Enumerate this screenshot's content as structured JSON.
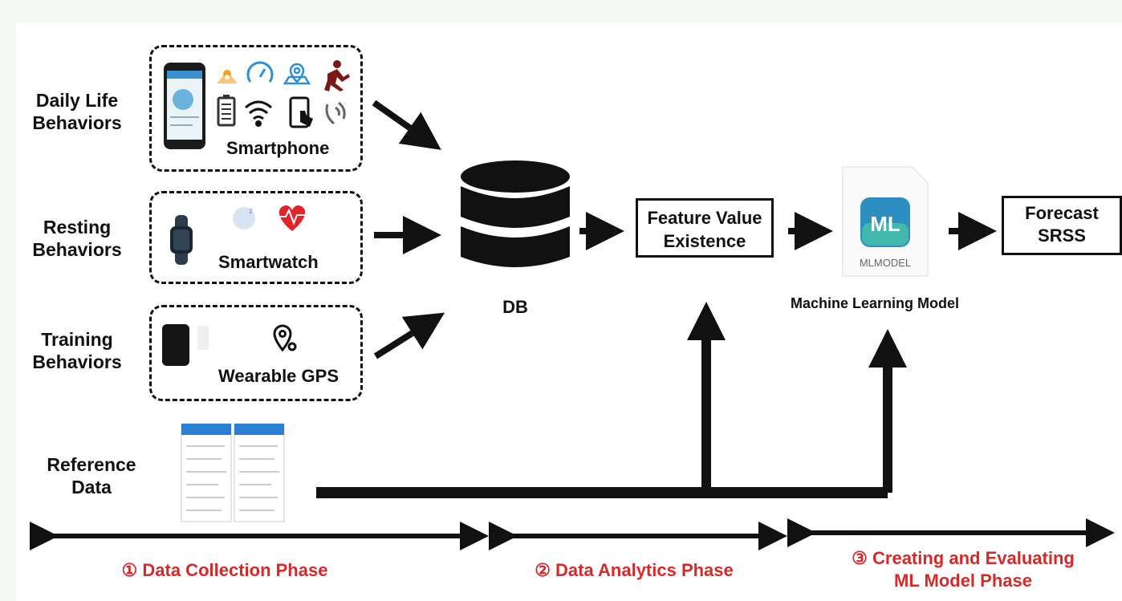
{
  "inputs": {
    "daily_life": "Daily Life\nBehaviors",
    "resting": "Resting\nBehaviors",
    "training": "Training\nBehaviors",
    "reference": "Reference\nData"
  },
  "devices": {
    "smartphone": "Smartphone",
    "smartwatch": "Smartwatch",
    "wearable_gps": "Wearable GPS"
  },
  "db_label": "DB",
  "feature_box": "Feature Value\nExistence",
  "ml_file_label": "MLMODEL",
  "ml_file_badge": "ML",
  "ml_caption": "Machine Learning Model",
  "forecast_box": "Forecast\nSRSS",
  "phases": {
    "collection": "① Data Collection Phase",
    "analytics": "② Data Analytics Phase",
    "modeling": "③ Creating and Evaluating\nML Model Phase"
  },
  "colors": {
    "phase_text": "#d42a2a",
    "arrow": "#111111",
    "background": "#f3f8f2"
  },
  "icons": [
    "smartphone-icon",
    "location-pin-icon",
    "speedometer-icon",
    "map-pin-icon",
    "running-icon",
    "battery-icon",
    "wifi-icon",
    "tap-icon",
    "phone-call-icon",
    "smartwatch-icon",
    "sleep-icon",
    "heart-rate-icon",
    "gps-device-icon",
    "gps-pin-icon",
    "database-icon",
    "ml-model-file-icon",
    "document-icon"
  ]
}
